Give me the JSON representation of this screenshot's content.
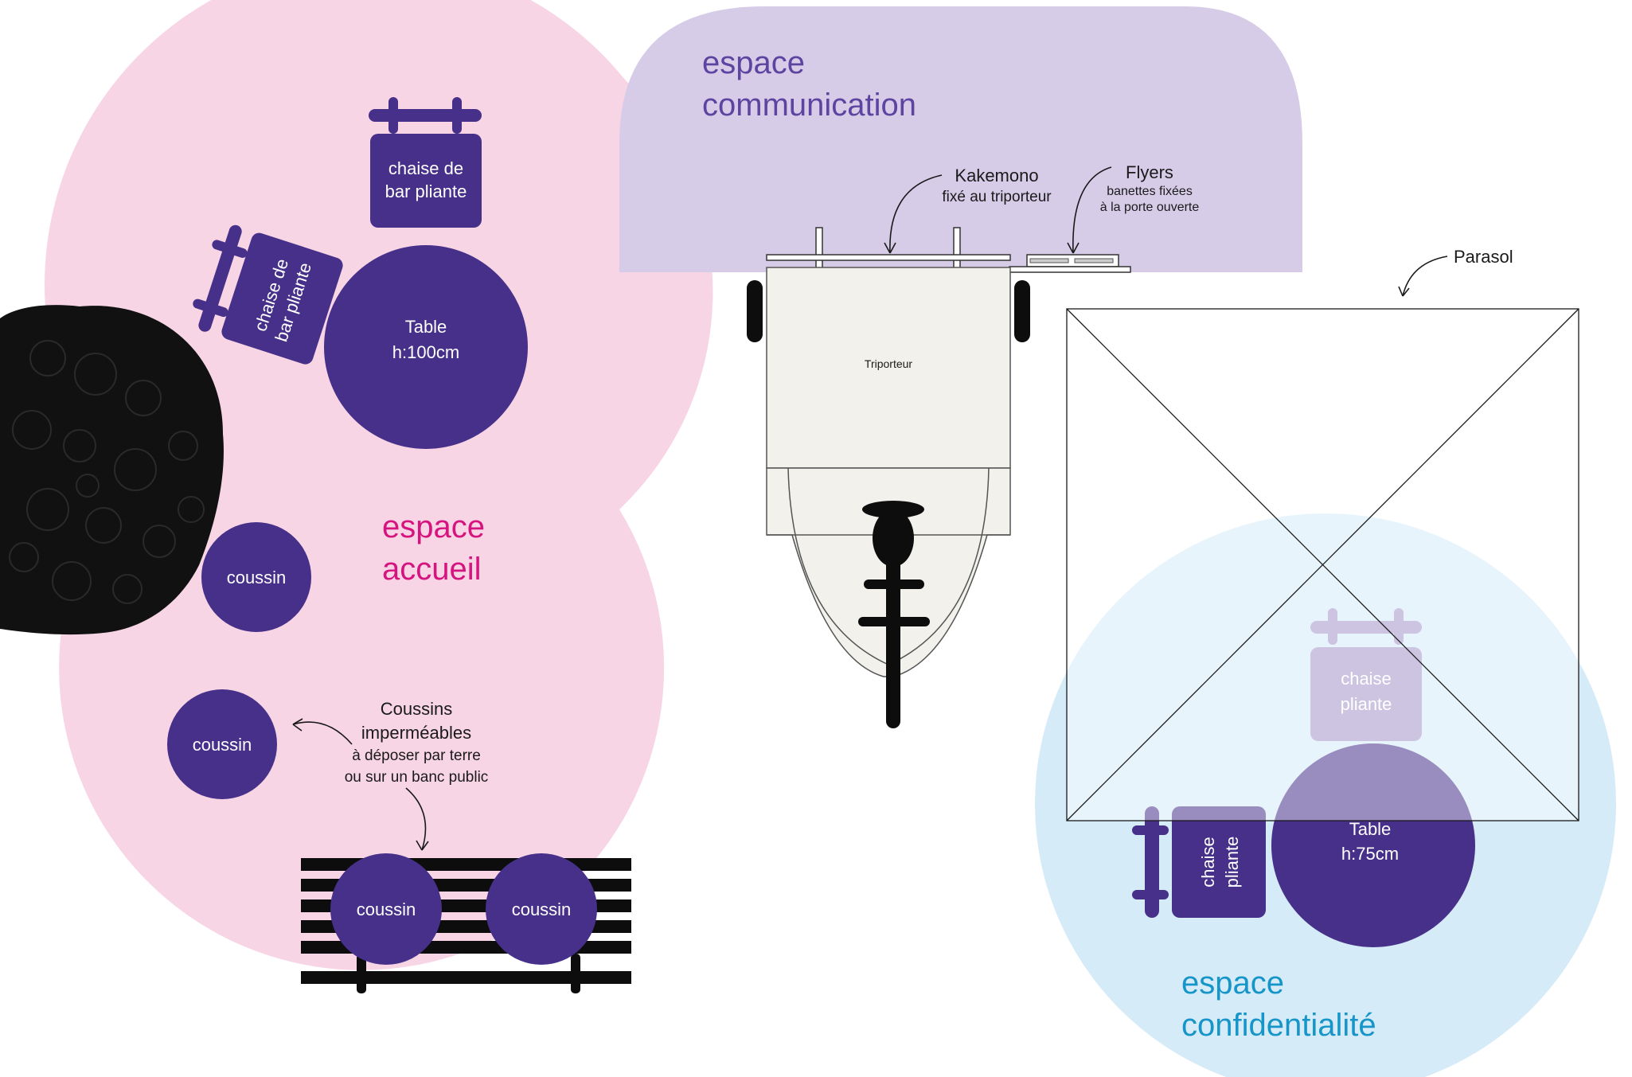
{
  "colors": {
    "accueil_zone": "#f7d5e4",
    "communication_zone": "#d6cce8",
    "confidentialite_zone": "#d6ebf8",
    "furniture": "#46308a",
    "furniture_light": "#a394c8",
    "accueil_title": "#d6147f",
    "communication_title": "#5b45a0",
    "confidentialite_title": "#1695c8",
    "triporteur_body": "#f2f1ec"
  },
  "zones": {
    "accueil": {
      "title_line1": "espace",
      "title_line2": "accueil"
    },
    "communication": {
      "title_line1": "espace",
      "title_line2": "communication"
    },
    "confidentialite": {
      "title_line1": "espace",
      "title_line2": "confidentialité"
    }
  },
  "furniture": {
    "bar_chair_top": {
      "line1": "chaise de",
      "line2": "bar pliante"
    },
    "bar_chair_rotated": {
      "line1": "chaise de",
      "line2": "bar pliante"
    },
    "table_tall": {
      "line1": "Table",
      "line2": "h:100cm"
    },
    "cushion_1": "coussin",
    "cushion_2": "coussin",
    "bench_cushion_left": "coussin",
    "bench_cushion_right": "coussin",
    "folding_chair_top": {
      "line1": "chaise",
      "line2": "pliante"
    },
    "folding_chair_side": {
      "line1": "chaise",
      "line2": "pliante"
    },
    "table_low": {
      "line1": "Table",
      "line2": "h:75cm"
    }
  },
  "annotations": {
    "coussins_note": {
      "line1": "Coussins",
      "line2": "imperméables",
      "line3": "à déposer par terre",
      "line4": "ou sur un banc public"
    },
    "kakemono_note": {
      "line1": "Kakemono",
      "line2": "fixé au triporteur"
    },
    "flyers_note": {
      "line1": "Flyers",
      "line2": "banettes fixées",
      "line3": "à la porte ouverte"
    },
    "parasol_note": "Parasol",
    "triporteur_label": "Triporteur"
  },
  "icons": {
    "bush": "shrub-icon",
    "bench": "bench-icon",
    "parasol": "parasol-icon",
    "triporteur": "cargo-bike-icon"
  }
}
